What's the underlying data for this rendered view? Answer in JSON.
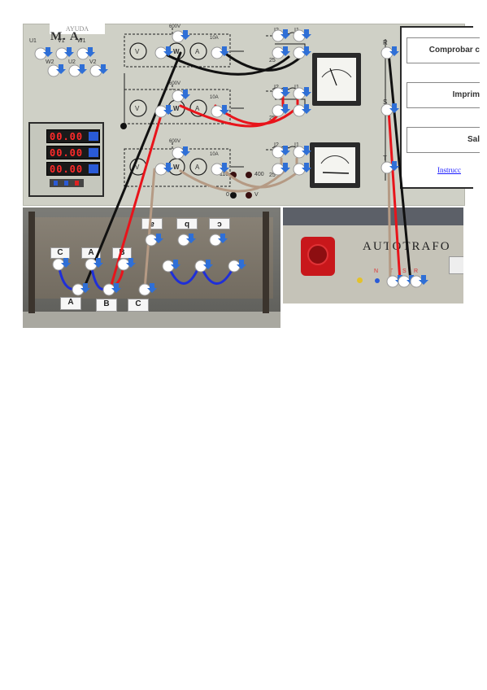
{
  "header": {
    "ayuda_label": "AYUDA",
    "title": "M. A."
  },
  "labels": {
    "u1": "U1",
    "v1": "V1",
    "w1": "W1",
    "w2": "W2",
    "u2": "U2",
    "v2": "V2",
    "v": "V",
    "w": "W",
    "a": "A",
    "volt_top": "600V",
    "volt_mid": "600V",
    "volt_bot": "600V",
    "amp_top": "10A",
    "amp_mid": "10A",
    "amp_bot": "10A",
    "i2_top": "I2",
    "i1_top": "I1",
    "c25_top": "25",
    "i2_mid": "I2",
    "i1_mid": "I1",
    "c25_mid": "25",
    "i2_bot": "I2",
    "i1_bot": "I1",
    "c25_bot": "25",
    "r": "R",
    "s": "S",
    "t": "T",
    "v110": "110",
    "v400": "400",
    "v0": "0",
    "vv": "V"
  },
  "meter_display": {
    "row1": "00.00",
    "row2": "00.00",
    "row3": "00.00"
  },
  "right_panel": {
    "check_button": "Comprobar c",
    "print_button": "Imprim",
    "exit_button": "Sal",
    "instructions_link": "Instrucc"
  },
  "transformer": {
    "top_tags": [
      "a",
      "b",
      "c"
    ],
    "primary_tags": [
      "C",
      "A",
      "B"
    ],
    "bottom_tags": [
      "A",
      "B",
      "C"
    ]
  },
  "autotrafo": {
    "title": "AUTOTRAFO",
    "phases": [
      "N",
      "T",
      "S",
      "R"
    ]
  },
  "colors": {
    "panel": "#cfd0c6",
    "wire_red": "#e8141b",
    "wire_black": "#111111",
    "wire_brown": "#b59a84",
    "wire_blue": "#1f2fd8",
    "arrow_blue": "#2f6fd6",
    "display_red": "#ff2a2a"
  }
}
